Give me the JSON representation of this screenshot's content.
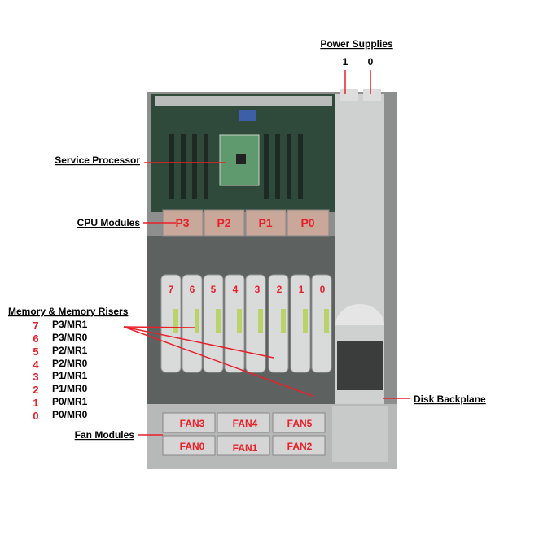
{
  "labels": {
    "power_supplies": "Power Supplies",
    "service_processor": "Service Processor",
    "cpu_modules": "CPU Modules",
    "memory_risers": "Memory & Memory Risers",
    "disk_backplane": "Disk Backplane",
    "fan_modules": "Fan Modules"
  },
  "power_supply_numbers": [
    "1",
    "0"
  ],
  "cpus": [
    "P3",
    "P2",
    "P1",
    "P0"
  ],
  "riser_numbers": [
    "7",
    "6",
    "5",
    "4",
    "3",
    "2",
    "1",
    "0"
  ],
  "memory_list": [
    {
      "num": "7",
      "name": "P3/MR1"
    },
    {
      "num": "6",
      "name": "P3/MR0"
    },
    {
      "num": "5",
      "name": "P2/MR1"
    },
    {
      "num": "4",
      "name": "P2/MR0"
    },
    {
      "num": "3",
      "name": "P1/MR1"
    },
    {
      "num": "2",
      "name": "P1/MR0"
    },
    {
      "num": "1",
      "name": "P0/MR1"
    },
    {
      "num": "0",
      "name": "P0/MR0"
    }
  ],
  "fans": {
    "top": [
      "FAN3",
      "FAN4",
      "FAN5"
    ],
    "bottom": [
      "FAN0",
      "FAN1",
      "FAN2"
    ]
  },
  "colors": {
    "callout": "#e8202a",
    "board": "#3e5a46",
    "chassis": "#9a9c9a"
  }
}
